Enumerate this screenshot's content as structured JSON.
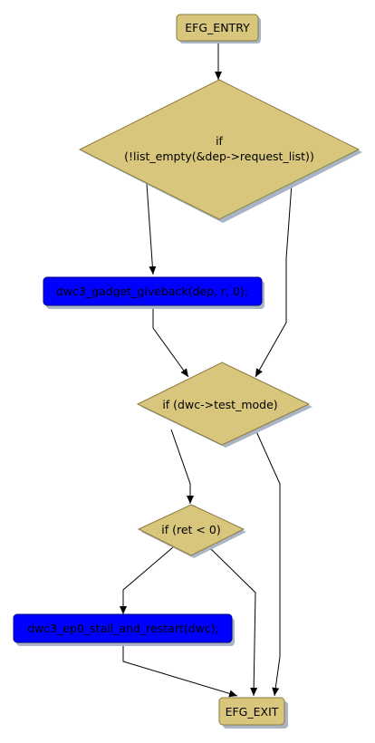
{
  "diagram": {
    "nodes": {
      "entry": {
        "label": "EFG_ENTRY",
        "shape": "rounded-rect",
        "color": "#d8c67c"
      },
      "if_list_line1": {
        "label": "if",
        "shape": "diamond",
        "color": "#d8c67c"
      },
      "if_list_line2": {
        "label": "(!list_empty(&dep->request_list))"
      },
      "giveback": {
        "label": "dwc3_gadget_giveback(dep, r, 0);",
        "shape": "rounded-rect",
        "color": "#0000ff"
      },
      "if_test_mode": {
        "label": "if (dwc->test_mode)",
        "shape": "diamond",
        "color": "#d8c67c"
      },
      "if_ret": {
        "label": "if (ret < 0)",
        "shape": "diamond",
        "color": "#d8c67c"
      },
      "stall": {
        "label": "dwc3_ep0_stall_and_restart(dwc);",
        "shape": "rounded-rect",
        "color": "#0000ff"
      },
      "exit": {
        "label": "EFG_EXIT",
        "shape": "rounded-rect",
        "color": "#d8c67c"
      }
    },
    "edges": [
      {
        "from": "EFG_ENTRY",
        "to": "if (!list_empty(&dep->request_list))"
      },
      {
        "from": "if (!list_empty(&dep->request_list))",
        "to": "dwc3_gadget_giveback(dep, r, 0);"
      },
      {
        "from": "if (!list_empty(&dep->request_list))",
        "to": "if (dwc->test_mode)"
      },
      {
        "from": "dwc3_gadget_giveback(dep, r, 0);",
        "to": "if (dwc->test_mode)"
      },
      {
        "from": "if (dwc->test_mode)",
        "to": "if (ret < 0)"
      },
      {
        "from": "if (dwc->test_mode)",
        "to": "EFG_EXIT"
      },
      {
        "from": "if (ret < 0)",
        "to": "dwc3_ep0_stall_and_restart(dwc);"
      },
      {
        "from": "if (ret < 0)",
        "to": "EFG_EXIT"
      },
      {
        "from": "dwc3_ep0_stall_and_restart(dwc);",
        "to": "EFG_EXIT"
      }
    ],
    "colors": {
      "condition_fill": "#d8c67c",
      "condition_stroke": "#8a7a40",
      "action_fill": "#0000ff",
      "shadow": "#a9b4c4",
      "edge": "#000000"
    }
  }
}
